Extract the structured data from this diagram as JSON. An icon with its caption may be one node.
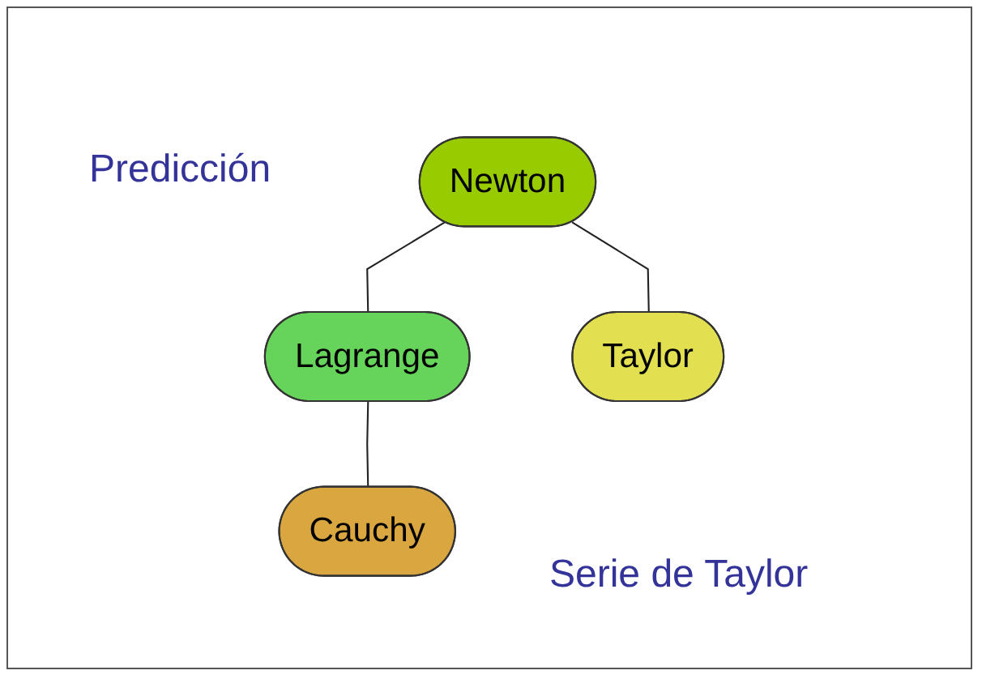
{
  "diagram": {
    "nodes": [
      {
        "text": [
          "Newton"
        ]
      },
      {
        "text": [
          "Lagrange"
        ]
      },
      {
        "text": [
          "Taylor"
        ]
      },
      {
        "text": [
          "Cauchy"
        ]
      }
    ],
    "edges": [
      {
        "from": 0,
        "to": 1,
        "arrow": "none"
      },
      {
        "from": 0,
        "to": 2,
        "arrow": "none"
      },
      {
        "from": 1,
        "to": 3,
        "arrow": "none"
      }
    ],
    "labels": [
      "Predicción",
      "Serie de Taylor"
    ]
  }
}
